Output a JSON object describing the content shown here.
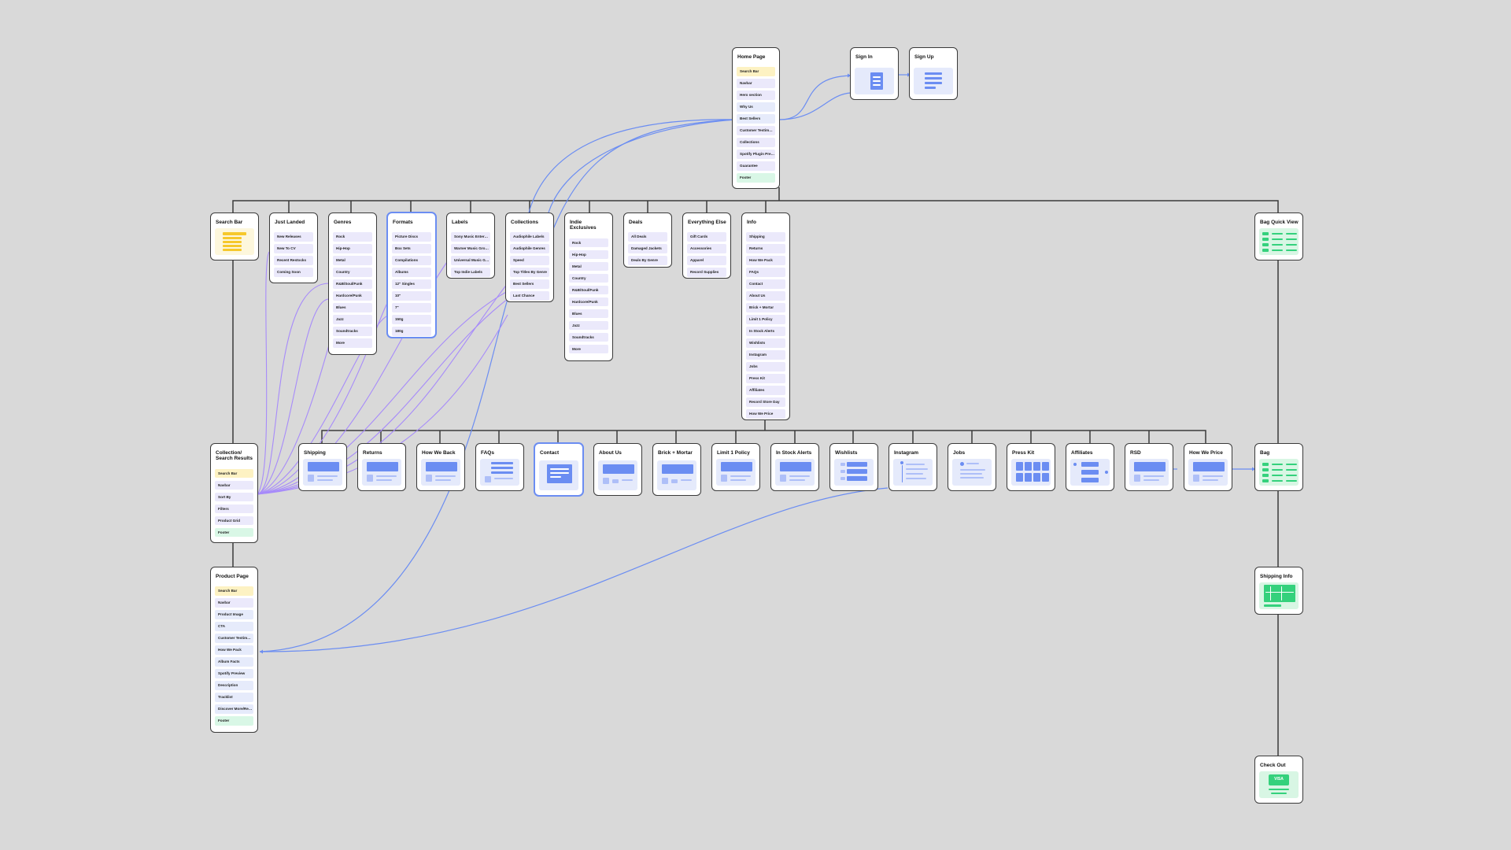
{
  "home": {
    "title": "Home Page",
    "items": [
      "Search Bar",
      "Navbar",
      "Hero section",
      "Why Us",
      "Best Sellers",
      "Customer Testim…",
      "Collections",
      "Spotify Plugin Pre…",
      "Guarantee",
      "Footer"
    ]
  },
  "auth": {
    "sign_in": "Sign In",
    "sign_up": "Sign Up"
  },
  "categories": {
    "search_bar": {
      "title": "Search Bar"
    },
    "just_landed": {
      "title": "Just Landed",
      "items": [
        "New Releases",
        "New To CV",
        "Recent Restocks",
        "Coming Soon"
      ]
    },
    "genres": {
      "title": "Genres",
      "items": [
        "Rock",
        "Hip-Hop",
        "Metal",
        "Country",
        "R&B/Soul/Funk",
        "Hardcore/Punk",
        "Blues",
        "Jazz",
        "Soundtracks",
        "More"
      ]
    },
    "formats": {
      "title": "Formats",
      "items": [
        "Picture Discs",
        "Box Sets",
        "Compilations",
        "Albums",
        "12\" Singles",
        "10\"",
        "7\"",
        "150g",
        "180g"
      ]
    },
    "labels": {
      "title": "Labels",
      "items": [
        "Sony Music Enter…",
        "Warner Music Gro…",
        "Universal Music G…",
        "Top Indie Labels"
      ]
    },
    "collections": {
      "title": "Collections",
      "items": [
        "Audiophile Labels",
        "Audiophile Genres",
        "Speed",
        "Top Titles By Genre",
        "Best Sellers",
        "Last Chance"
      ]
    },
    "indie": {
      "title": "Indie Exclusives",
      "items": [
        "Rock",
        "Hip-Hop",
        "Metal",
        "Country",
        "R&B/Soul/Funk",
        "Hardcore/Punk",
        "Blues",
        "Jazz",
        "Soundtracks",
        "More"
      ]
    },
    "deals": {
      "title": "Deals",
      "items": [
        "All Deals",
        "Damaged Jackets",
        "Deals By Genre"
      ]
    },
    "everything": {
      "title": "Everything Else",
      "items": [
        "Gift Cards",
        "Accessories",
        "Apparel",
        "Record Supplies"
      ]
    },
    "info": {
      "title": "Info",
      "items": [
        "Shipping",
        "Returns",
        "How We Pack",
        "FAQs",
        "Contact",
        "About Us",
        "Brick + Mortar",
        "Limit 1 Policy",
        "In Stock Alerts",
        "Wishlists",
        "Instagram",
        "Jobs",
        "Press Kit",
        "Affiliates",
        "Record Store Day",
        "How We Price"
      ]
    },
    "bag_quick": {
      "title": "Bag Quick View"
    }
  },
  "info_pages": [
    "Shipping",
    "Returns",
    "How We Back",
    "FAQs",
    "Contact",
    "About Us",
    "Brick + Mortar",
    "Limit 1 Policy",
    "In Stock Alerts",
    "Wishlists",
    "Instagram",
    "Jobs",
    "Press Kit",
    "Affiliates",
    "RSD",
    "How We Price"
  ],
  "results": {
    "title": "Collection/ Search Results",
    "items": [
      "Search Bar",
      "Navbar",
      "Sort By",
      "Filters",
      "Product Grid",
      "Footer"
    ]
  },
  "product": {
    "title": "Product Page",
    "items": [
      "Search Bar",
      "Navbar",
      "Product Image",
      "CTA",
      "Customer Testim…",
      "How We Pack",
      "Album Facts",
      "Spotify Preview",
      "Description",
      "Tracklist",
      "Discover More/Re…",
      "Footer"
    ]
  },
  "checkout_flow": {
    "bag": "Bag",
    "shipping_info": "Shipping Info",
    "check_out": "Check Out",
    "visa": "VISA"
  },
  "colors": {
    "canvas": "#d9d9d9",
    "tree_line": "#3a3a3a",
    "blue_link": "#6b8df2",
    "purple_link": "#a78bfa",
    "search_highlight": "#fdf2c3",
    "footer_highlight": "#d9f7e6",
    "item_fill": "#ebe9fb"
  }
}
